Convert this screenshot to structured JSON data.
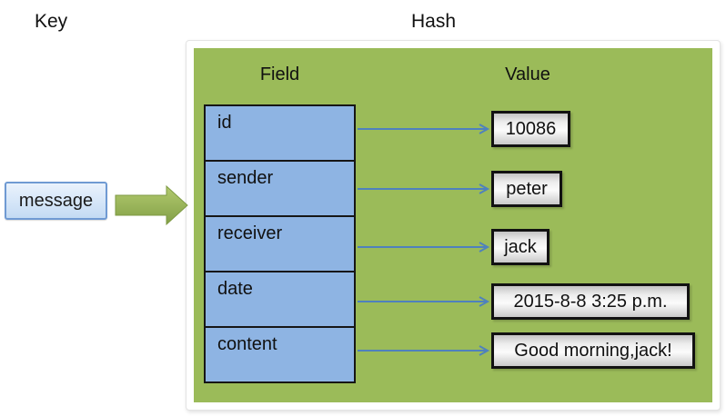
{
  "labels": {
    "key": "Key",
    "hash": "Hash",
    "field_header": "Field",
    "value_header": "Value"
  },
  "key_box": {
    "label": "message"
  },
  "hash": {
    "rows": [
      {
        "field": "id",
        "value": "10086"
      },
      {
        "field": "sender",
        "value": "peter"
      },
      {
        "field": "receiver",
        "value": "jack"
      },
      {
        "field": "date",
        "value": "2015-8-8 3:25 p.m."
      },
      {
        "field": "content",
        "value": "Good morning,jack!"
      }
    ]
  },
  "icons": {
    "key_to_hash_arrow": "block-arrow-right",
    "field_to_value_arrow": "thin-arrow-right"
  },
  "colors": {
    "panel_green": "#9bbb59",
    "field_fill": "#8eb4e3",
    "connector_blue": "#4f81bd",
    "key_box_border": "#6f9ad3",
    "block_arrow_green_light": "#b2ca6e",
    "block_arrow_green_dark": "#82a047"
  }
}
